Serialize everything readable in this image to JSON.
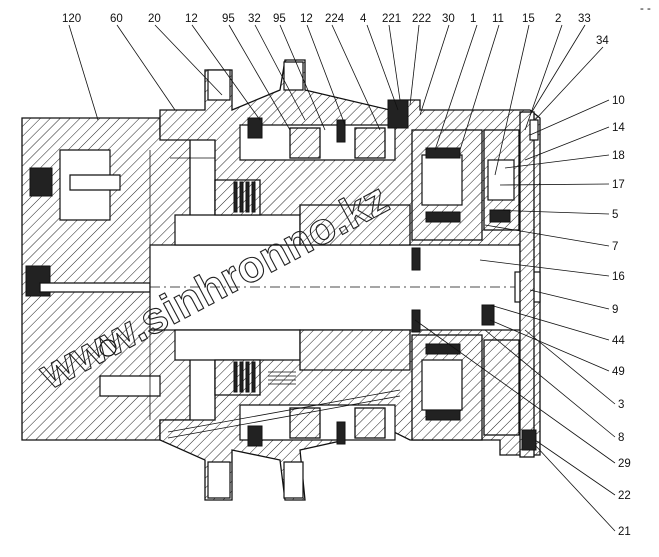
{
  "diagram": {
    "top_labels": [
      "120",
      "60",
      "20",
      "12",
      "95",
      "32",
      "95",
      "12",
      "224",
      "4",
      "221",
      "222",
      "30",
      "1",
      "11",
      "15",
      "2",
      "33",
      "34"
    ],
    "right_labels": [
      "10",
      "14",
      "18",
      "17",
      "5",
      "7",
      "16",
      "9",
      "44",
      "49",
      "3",
      "8",
      "29",
      "22",
      "21"
    ],
    "corner_mark": "- -",
    "watermark": "www.sinhronno.kz"
  }
}
